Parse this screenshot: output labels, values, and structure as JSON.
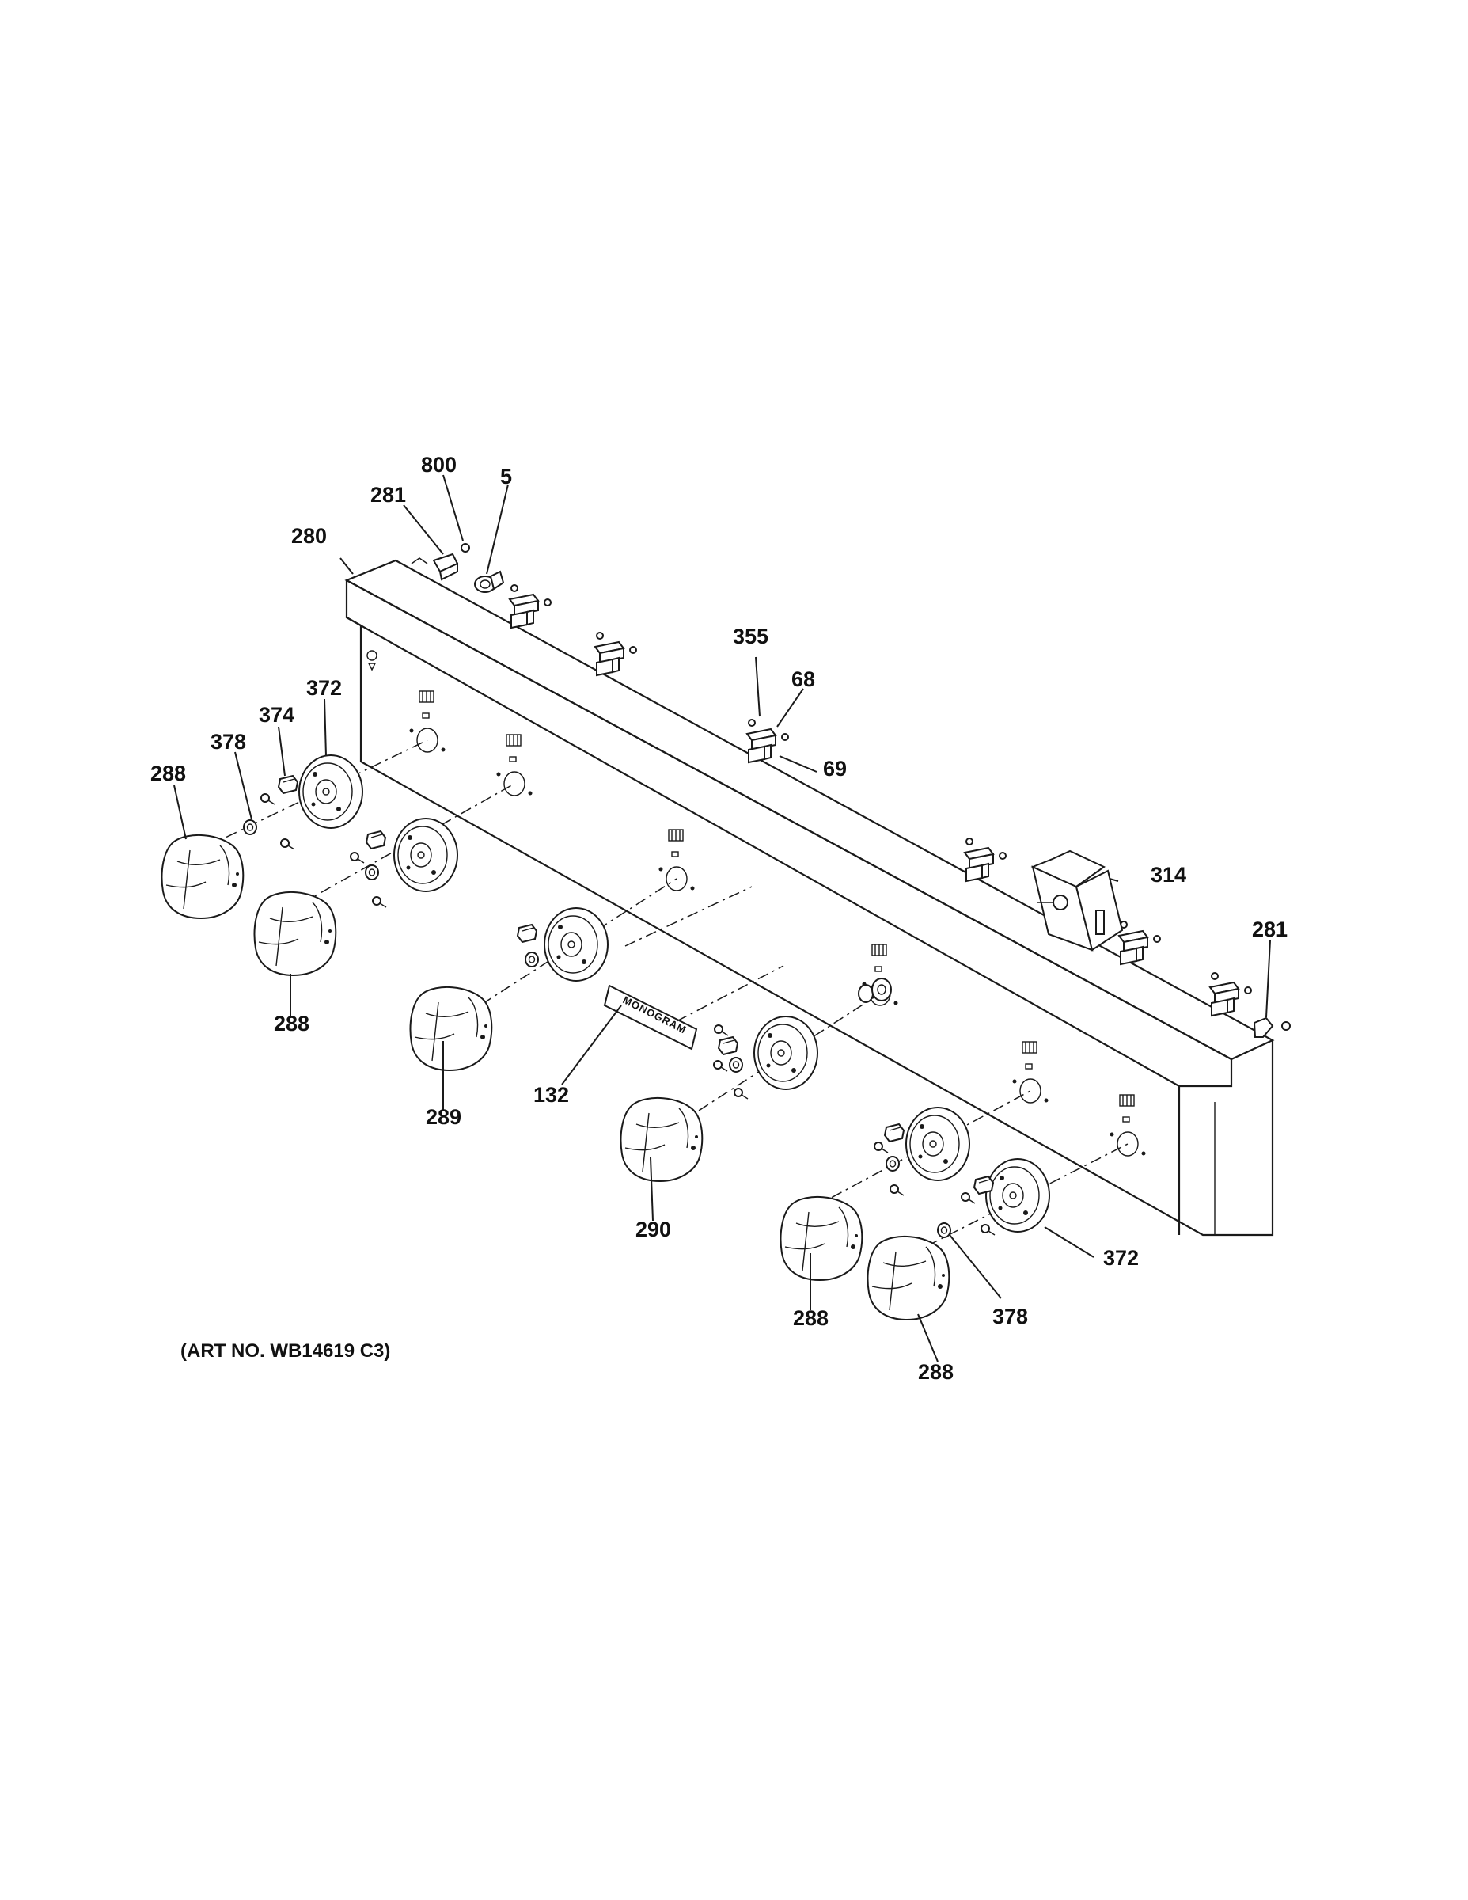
{
  "labels": {
    "l800": "800",
    "l5": "5",
    "l281a": "281",
    "l280": "280",
    "l355": "355",
    "l68": "68",
    "l69": "69",
    "l372a": "372",
    "l374": "374",
    "l378a": "378",
    "l288a": "288",
    "l288b": "288",
    "l289": "289",
    "l132": "132",
    "l290": "290",
    "l314": "314",
    "l281b": "281",
    "l372b": "372",
    "l378b": "378",
    "l288c": "288",
    "l288d": "288"
  },
  "nameplate": "MONOGRAM",
  "art_no": "(ART NO. WB14619 C3)"
}
